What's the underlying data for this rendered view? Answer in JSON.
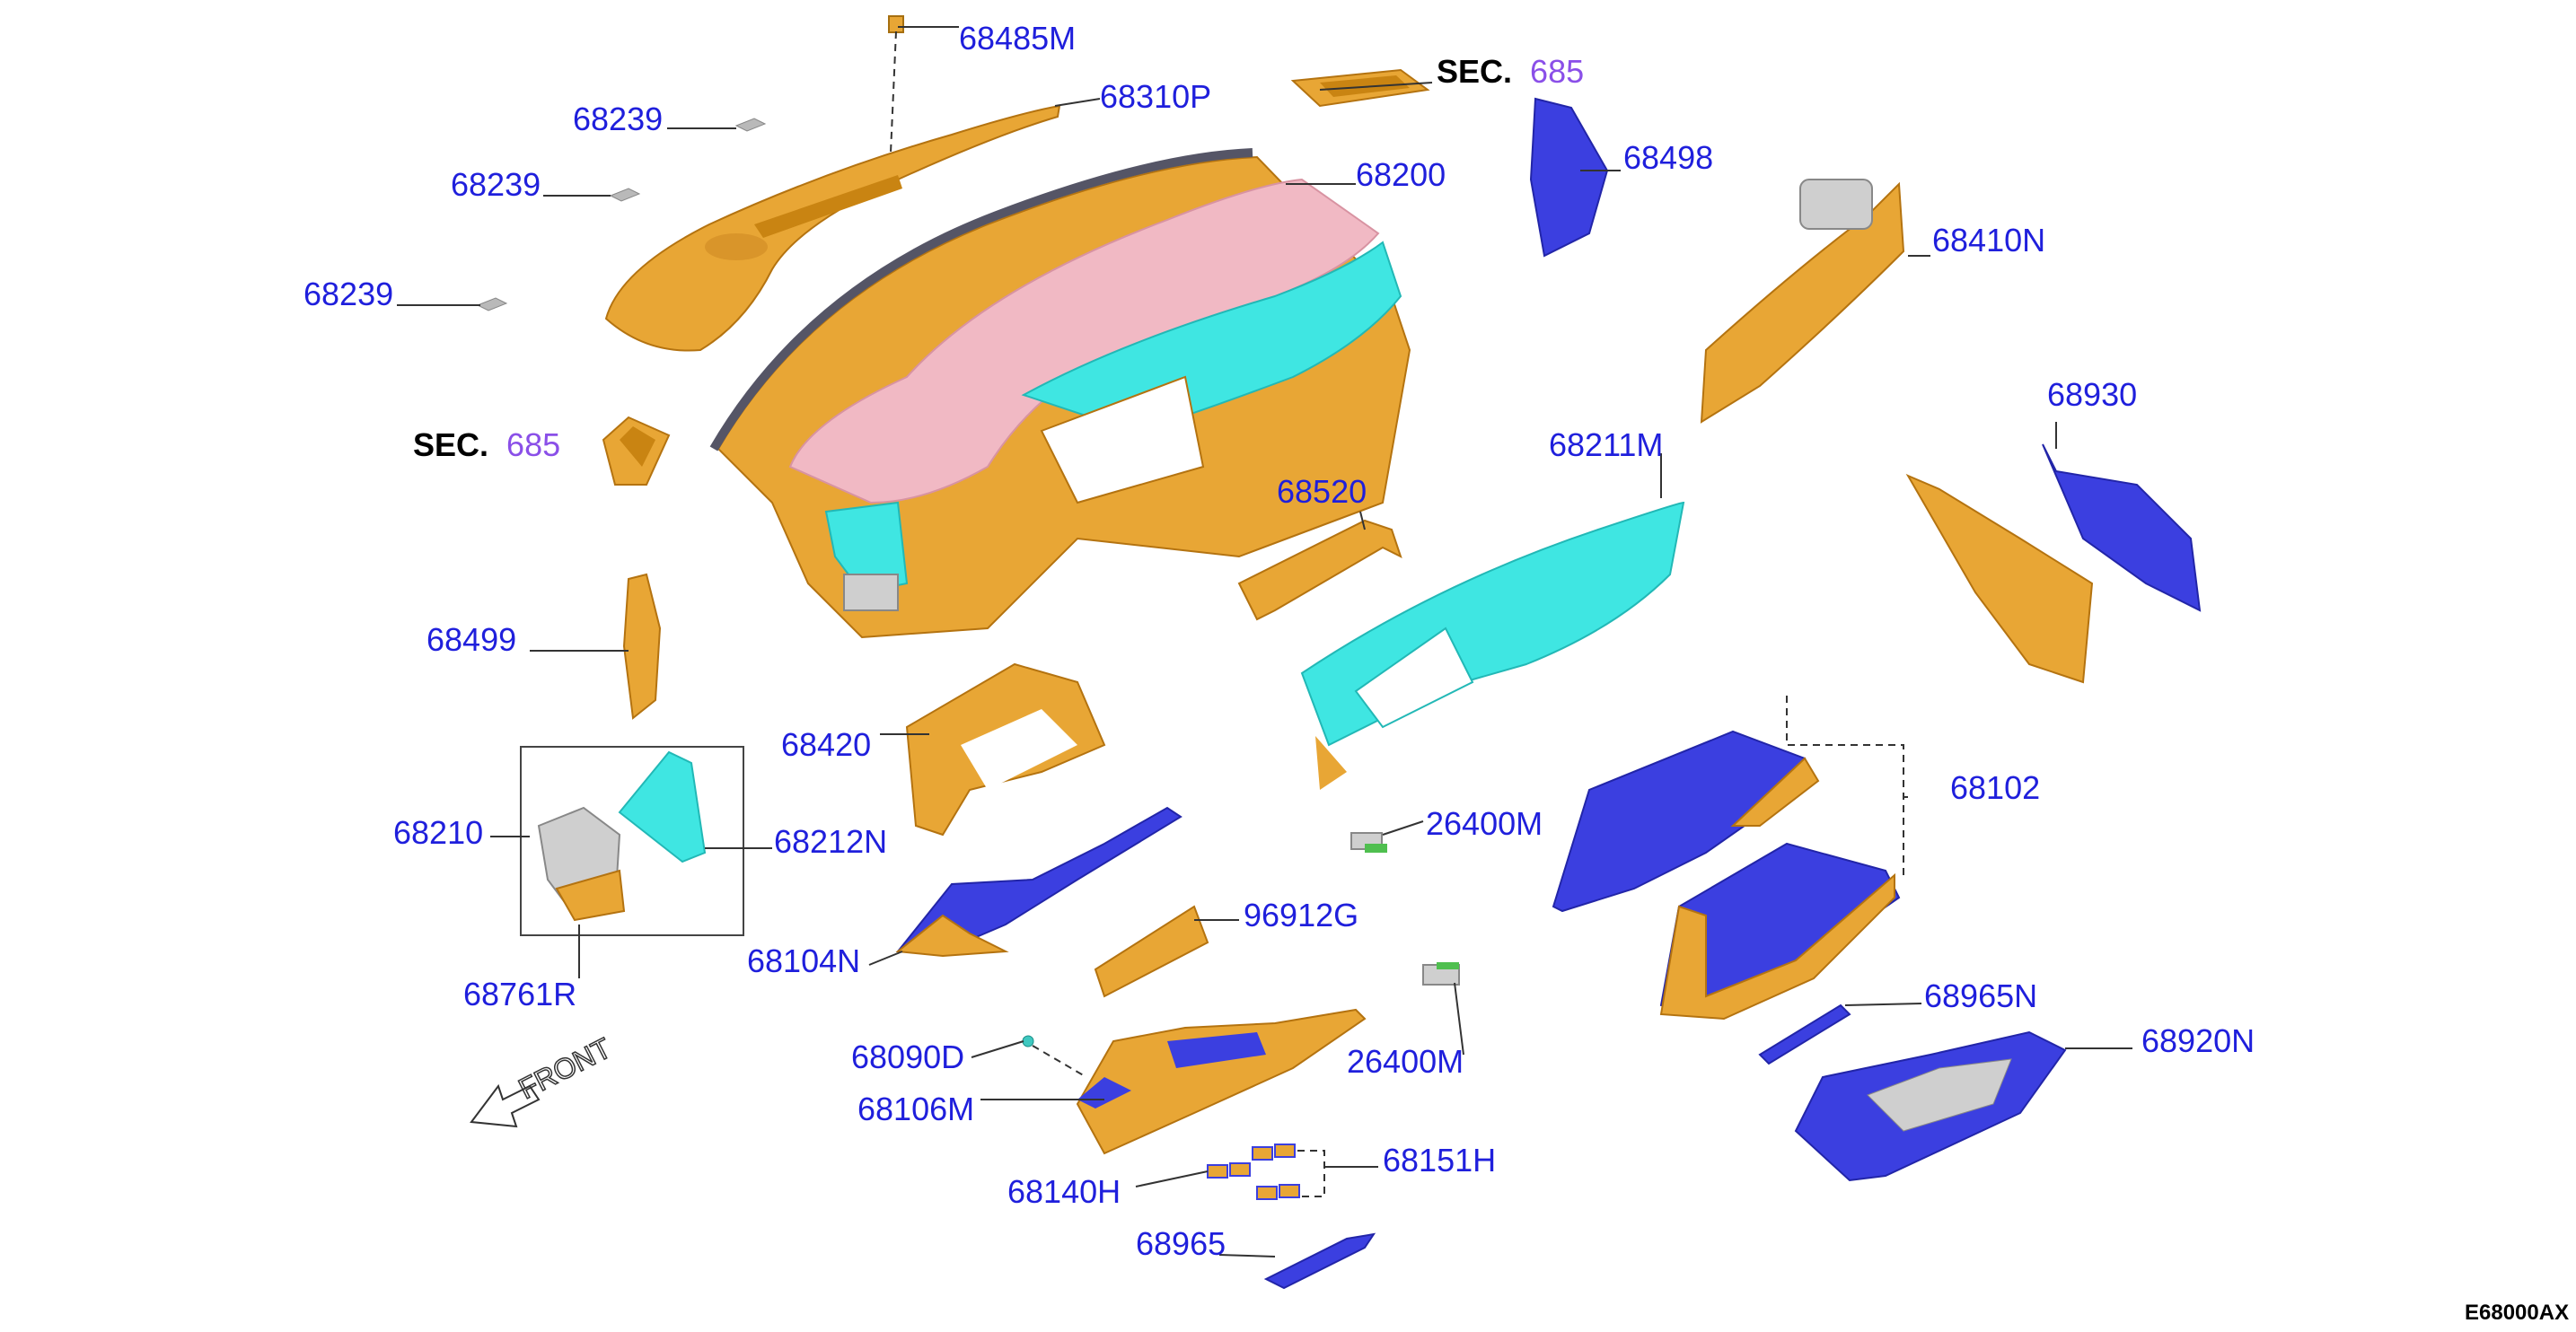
{
  "diagram": {
    "sec_prefix": "SEC.",
    "sec_number": "685",
    "front_label": "FRONT",
    "figure_code": "E68000AX",
    "colors": {
      "orange": "#e8a635",
      "pink": "#f1b9c4",
      "cyan": "#3fe6e2",
      "blue": "#3b3fe0",
      "gray": "#c9c9c9",
      "label": "#1f1fdc",
      "sec_number": "#8a4fe8"
    },
    "labels": {
      "p68485M": "68485M",
      "p68310P": "68310P",
      "p68239a": "68239",
      "p68239b": "68239",
      "p68239c": "68239",
      "p68200": "68200",
      "p68498": "68498",
      "p68410N": "68410N",
      "p68930": "68930",
      "p68211M": "68211M",
      "p68520": "68520",
      "p68499": "68499",
      "p68420": "68420",
      "p68210": "68210",
      "p68212N": "68212N",
      "p68761R": "68761R",
      "p68104N": "68104N",
      "p96912G": "96912G",
      "p26400Ma": "26400M",
      "p26400Mb": "26400M",
      "p68102": "68102",
      "p68965N": "68965N",
      "p68920N": "68920N",
      "p68090D": "68090D",
      "p68106M": "68106M",
      "p68151H": "68151H",
      "p68140H": "68140H",
      "p68965": "68965"
    }
  }
}
